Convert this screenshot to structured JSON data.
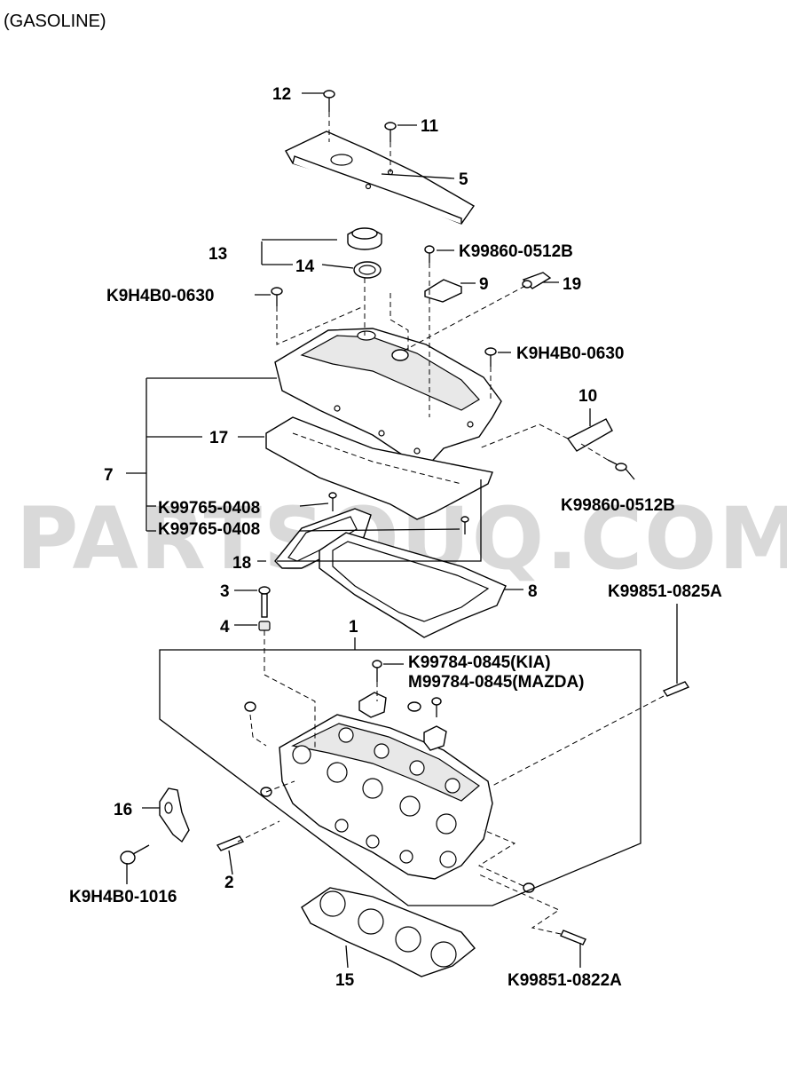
{
  "title": "(GASOLINE)",
  "watermark": "PARTSOUQ.COM",
  "callouts": {
    "c1": "1",
    "c2": "2",
    "c3": "3",
    "c4": "4",
    "c5": "5",
    "c7": "7",
    "c8": "8",
    "c9": "9",
    "c10": "10",
    "c11": "11",
    "c12": "12",
    "c13": "13",
    "c14": "14",
    "c15": "15",
    "c16": "16",
    "c17": "17",
    "c18": "18",
    "c19": "19",
    "k99860_a": "K99860-0512B",
    "k9h4b0_a": "K9H4B0-0630",
    "k9h4b0_b": "K9H4B0-0630",
    "k99860_b": "K99860-0512B",
    "k99765_a": "K99765-0408",
    "k99765_b": "K99765-0408",
    "k99851_825": "K99851-0825A",
    "k99784_kia": "K99784-0845(KIA)",
    "m99784_mazda": "M99784-0845(MAZDA)",
    "k9h4b0_1016": "K9H4B0-1016",
    "k99851_822": "K99851-0822A"
  }
}
